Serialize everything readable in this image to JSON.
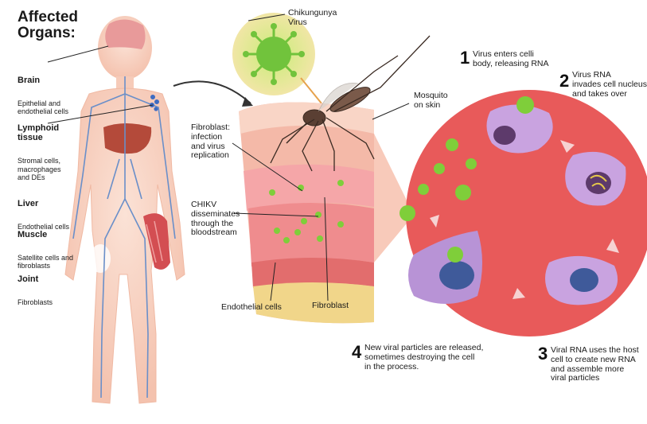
{
  "title": "Affected\nOrgans:",
  "organs": [
    {
      "name": "Brain",
      "desc": "Epithelial and\nendothelial cells"
    },
    {
      "name": "Lymphoid\ntissue",
      "desc": "Stromal cells,\nmacrophages\nand DEs"
    },
    {
      "name": "Liver",
      "desc": "Endothelial cells"
    },
    {
      "name": "Muscle",
      "desc": "Satellite cells and\nfibroblasts"
    },
    {
      "name": "Joint",
      "desc": "Fibroblasts"
    }
  ],
  "labels": {
    "virus": "Chikungunya\nVirus",
    "mosquito": "Mosquito\non skin",
    "fibroblast_infection": "Fibroblast:\ninfection\nand virus\nreplication",
    "chikv": "CHIKV\ndisseminates\nthrough the\nbloodstream",
    "endothelial": "Endothelial cells",
    "fibroblast": "Fibroblast"
  },
  "steps": [
    {
      "num": "1",
      "text": "Virus enters celli\nbody, releasing RNA"
    },
    {
      "num": "2",
      "text": "Virus RNA\ninvades cell nucleus\nand takes over"
    },
    {
      "num": "3",
      "text": "Viral RNA uses the host\ncell to create new RNA\nand assemble more\nviral particles"
    },
    {
      "num": "4",
      "text": "New viral particles are released,\nsometimes destroying the cell\nin the process."
    }
  ],
  "colors": {
    "skin_body": "#f8d3c4",
    "vein": "#6a8fc9",
    "cell_circle": "#e85a5a",
    "cell_purple": "#c9a3e0",
    "virus_green": "#7fce3a",
    "fat_yellow": "#f1d68a"
  }
}
